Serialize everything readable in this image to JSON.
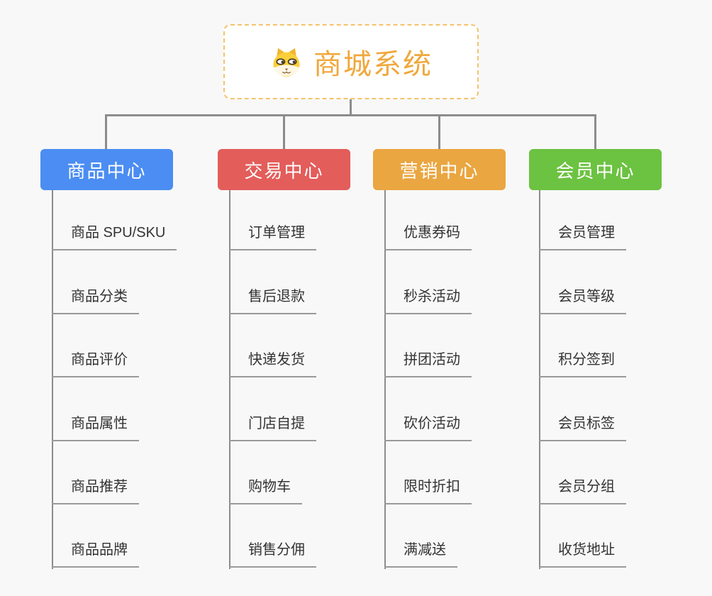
{
  "root": {
    "title": "商城系统",
    "icon": "dog-face-icon"
  },
  "branches": [
    {
      "label": "商品中心",
      "color": "#4b8df2",
      "items": [
        "商品 SPU/SKU",
        "商品分类",
        "商品评价",
        "商品属性",
        "商品推荐",
        "商品品牌"
      ]
    },
    {
      "label": "交易中心",
      "color": "#e35d5b",
      "items": [
        "订单管理",
        "售后退款",
        "快递发货",
        "门店自提",
        "购物车",
        "销售分佣"
      ]
    },
    {
      "label": "营销中心",
      "color": "#eaa640",
      "items": [
        "优惠券码",
        "秒杀活动",
        "拼团活动",
        "砍价活动",
        "限时折扣",
        "满减送"
      ]
    },
    {
      "label": "会员中心",
      "color": "#6cc241",
      "items": [
        "会员管理",
        "会员等级",
        "积分签到",
        "会员标签",
        "会员分组",
        "收货地址"
      ]
    }
  ],
  "colors": {
    "background": "#f8f8f8",
    "connector": "#8c8c8c",
    "leaf_underline": "#999999",
    "leaf_text": "#333333",
    "root_border": "#f5c36d",
    "root_title": "#f0a83c"
  }
}
